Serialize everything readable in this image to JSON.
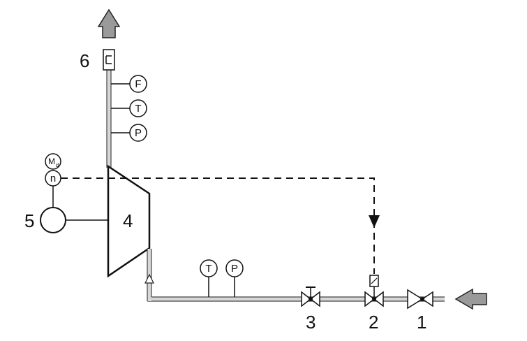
{
  "diagram": {
    "labels": {
      "item1": "1",
      "item2": "2",
      "item3": "3",
      "item4": "4",
      "item5": "5",
      "item6": "6"
    },
    "instruments": {
      "outlet_flow": "F",
      "outlet_temp": "T",
      "outlet_pressure": "P",
      "inlet_temp": "T",
      "inlet_pressure": "P",
      "speed": "n",
      "torque": "M",
      "torque_sub": "d"
    },
    "colors": {
      "arrow_fill": "#9a9a9a",
      "pipe_fill": "#d7d7d7",
      "line": "#111111"
    },
    "icons": {
      "inlet": "arrow-left-icon",
      "outlet": "arrow-up-icon"
    }
  }
}
